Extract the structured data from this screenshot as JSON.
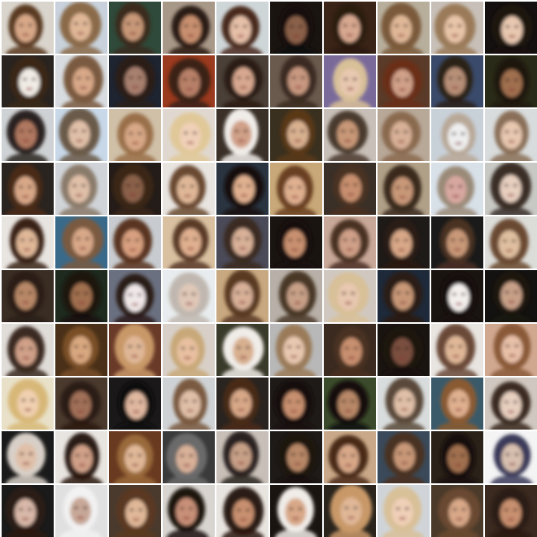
{
  "image": {
    "kind": "generated face samples grid",
    "rows": 10,
    "columns": 10,
    "tile_count": 100,
    "background_color": "#ffffff"
  },
  "tiles": [
    {
      "bg": "#d9d4cc",
      "hair": "#5a3a22",
      "skin": "#d8a888"
    },
    {
      "bg": "#c9d2dc",
      "hair": "#8a6a48",
      "skin": "#e0b898"
    },
    {
      "bg": "#2f4a3a",
      "hair": "#3a2a1e",
      "skin": "#c89878"
    },
    {
      "bg": "#a89888",
      "hair": "#2a1a12",
      "skin": "#c89070"
    },
    {
      "bg": "#cfd6d8",
      "hair": "#4a2a1c",
      "skin": "#e6c0a8"
    },
    {
      "bg": "#1a1410",
      "hair": "#120c08",
      "skin": "#8a6048"
    },
    {
      "bg": "#3a2418",
      "hair": "#2a1a10",
      "skin": "#d8a890"
    },
    {
      "bg": "#b8ae9c",
      "hair": "#7a5a3a",
      "skin": "#e0b898"
    },
    {
      "bg": "#c8c0b8",
      "hair": "#9a7a58",
      "skin": "#e8c4a8"
    },
    {
      "bg": "#141010",
      "hair": "#1a120c",
      "skin": "#e8c8b0"
    },
    {
      "bg": "#2a2420",
      "hair": "#3a2818",
      "skin": "#f2ece6"
    },
    {
      "bg": "#d8dce0",
      "hair": "#7a5a40",
      "skin": "#d8a888"
    },
    {
      "bg": "#1e2430",
      "hair": "#2a1e18",
      "skin": "#a88070"
    },
    {
      "bg": "#9a3a1e",
      "hair": "#3a2218",
      "skin": "#b88068"
    },
    {
      "bg": "#4a4038",
      "hair": "#2a1a12",
      "skin": "#d8a890"
    },
    {
      "bg": "#6a5a4e",
      "hair": "#3a2a20",
      "skin": "#c89880"
    },
    {
      "bg": "#7a6a9a",
      "hair": "#d8c098",
      "skin": "#e8c8b0"
    },
    {
      "bg": "#5a3a28",
      "hair": "#6a2e18",
      "skin": "#d0a088"
    },
    {
      "bg": "#3a4a6a",
      "hair": "#2a2018",
      "skin": "#b89078"
    },
    {
      "bg": "#2a2a18",
      "hair": "#1e1810",
      "skin": "#a07050"
    },
    {
      "bg": "#cfd2d4",
      "hair": "#2a2420",
      "skin": "#b07860"
    },
    {
      "bg": "#c8d8e8",
      "hair": "#6a5a48",
      "skin": "#e0c0a8"
    },
    {
      "bg": "#d0c0a8",
      "hair": "#9a7048",
      "skin": "#d8a888"
    },
    {
      "bg": "#e0d8d0",
      "hair": "#e0c898",
      "skin": "#f0d0b8"
    },
    {
      "bg": "#3a3028",
      "hair": "#f0ece8",
      "skin": "#d0a088"
    },
    {
      "bg": "#3a3020",
      "hair": "#5a3818",
      "skin": "#d8b090"
    },
    {
      "bg": "#c8c0b8",
      "hair": "#4a3a2e",
      "skin": "#c89878"
    },
    {
      "bg": "#b8a898",
      "hair": "#8a6a50",
      "skin": "#d8b098"
    },
    {
      "bg": "#c8d0d8",
      "hair": "#b8a898",
      "skin": "#eeeeee"
    },
    {
      "bg": "#d8dcdc",
      "hair": "#8a7058",
      "skin": "#e8c8b0"
    },
    {
      "bg": "#2a2420",
      "hair": "#4a2a18",
      "skin": "#d8a888"
    },
    {
      "bg": "#d0d4d8",
      "hair": "#8a7a6a",
      "skin": "#e0c0a8"
    },
    {
      "bg": "#241c18",
      "hair": "#3a2618",
      "skin": "#8a6048"
    },
    {
      "bg": "#e8e4e0",
      "hair": "#6a4a30",
      "skin": "#e0b898"
    },
    {
      "bg": "#2a3440",
      "hair": "#140e0a",
      "skin": "#e0b090"
    },
    {
      "bg": "#c8a878",
      "hair": "#6a4020",
      "skin": "#e0b090"
    },
    {
      "bg": "#3a3028",
      "hair": "#4a3020",
      "skin": "#c89070"
    },
    {
      "bg": "#b0a088",
      "hair": "#3a2a1c",
      "skin": "#c89878"
    },
    {
      "bg": "#d8e0e8",
      "hair": "#9a8a78",
      "skin": "#d8a8a0"
    },
    {
      "bg": "#c8c8c4",
      "hair": "#3a2e28",
      "skin": "#e8d0c0"
    },
    {
      "bg": "#e8e4e0",
      "hair": "#3a2418",
      "skin": "#e0b898"
    },
    {
      "bg": "#3a6a8a",
      "hair": "#7a5a40",
      "skin": "#d8a888"
    },
    {
      "bg": "#c8ccd0",
      "hair": "#5a3420",
      "skin": "#d8a080"
    },
    {
      "bg": "#d8c0a0",
      "hair": "#5a3a28",
      "skin": "#e0b090"
    },
    {
      "bg": "#4a4a58",
      "hair": "#3a2a20",
      "skin": "#d8b098"
    },
    {
      "bg": "#1a1410",
      "hair": "#140e0a",
      "skin": "#c89070"
    },
    {
      "bg": "#c8a898",
      "hair": "#4a3024",
      "skin": "#d0a088"
    },
    {
      "bg": "#1e1a18",
      "hair": "#2a1a12",
      "skin": "#d8a888"
    },
    {
      "bg": "#1a1a1a",
      "hair": "#4a3024",
      "skin": "#c89878"
    },
    {
      "bg": "#dcdcd8",
      "hair": "#6a4a30",
      "skin": "#e0c0a0"
    },
    {
      "bg": "#3a2e24",
      "hair": "#2a1e14",
      "skin": "#b88868"
    },
    {
      "bg": "#1e2a1e",
      "hair": "#1a120c",
      "skin": "#a07050"
    },
    {
      "bg": "#6a7080",
      "hair": "#2a1a14",
      "skin": "#f0e8e8"
    },
    {
      "bg": "#e8ecee",
      "hair": "#c0b8b0",
      "skin": "#e0c8b8"
    },
    {
      "bg": "#c8a880",
      "hair": "#5a3a24",
      "skin": "#d8b098"
    },
    {
      "bg": "#b8b0a8",
      "hair": "#4a3828",
      "skin": "#c8a088"
    },
    {
      "bg": "#d0c8c0",
      "hair": "#d8c098",
      "skin": "#e8c8b0"
    },
    {
      "bg": "#1e2a3a",
      "hair": "#2a1a12",
      "skin": "#c89878"
    },
    {
      "bg": "#1a1410",
      "hair": "#141010",
      "skin": "#f4f0ee"
    },
    {
      "bg": "#141210",
      "hair": "#1a1410",
      "skin": "#c8a088"
    },
    {
      "bg": "#e0dcd8",
      "hair": "#3a2a20",
      "skin": "#d0a088"
    },
    {
      "bg": "#4a3018",
      "hair": "#7a5028",
      "skin": "#d8a880"
    },
    {
      "bg": "#6a3a28",
      "hair": "#c89868",
      "skin": "#e0b898"
    },
    {
      "bg": "#d8d0c8",
      "hair": "#c8a878",
      "skin": "#e8c0a0"
    },
    {
      "bg": "#3a3a2a",
      "hair": "#f0ece8",
      "skin": "#d8b090"
    },
    {
      "bg": "#b8b8b8",
      "hair": "#9a7a58",
      "skin": "#e8c8b0"
    },
    {
      "bg": "#3a2a20",
      "hair": "#4a3020",
      "skin": "#c89070"
    },
    {
      "bg": "#1a1410",
      "hair": "#1a120c",
      "skin": "#7a5040"
    },
    {
      "bg": "#e8e4e0",
      "hair": "#6a4a38",
      "skin": "#e0b898"
    },
    {
      "bg": "#d0a890",
      "hair": "#8a5a38",
      "skin": "#e8c0a8"
    },
    {
      "bg": "#e8e0c8",
      "hair": "#d8b878",
      "skin": "#f0d0b0"
    },
    {
      "bg": "#4a3a2e",
      "hair": "#2a1a12",
      "skin": "#a07058"
    },
    {
      "bg": "#1a1818",
      "hair": "#0e0a08",
      "skin": "#e0b8a0"
    },
    {
      "bg": "#cfd2d4",
      "hair": "#7a5a40",
      "skin": "#e0c0a8"
    },
    {
      "bg": "#2a2420",
      "hair": "#4a2a18",
      "skin": "#d8a888"
    },
    {
      "bg": "#1e1a18",
      "hair": "#140e0a",
      "skin": "#c89070"
    },
    {
      "bg": "#3a4a2a",
      "hair": "#120c08",
      "skin": "#b88868"
    },
    {
      "bg": "#d8dcdc",
      "hair": "#5a4a3a",
      "skin": "#e0c0a8"
    },
    {
      "bg": "#3a5a6a",
      "hair": "#8a5a30",
      "skin": "#e0b090"
    },
    {
      "bg": "#d0c8c0",
      "hair": "#3a2a20",
      "skin": "#e8d0c0"
    },
    {
      "bg": "#1a1a1a",
      "hair": "#d8d0c8",
      "skin": "#e0c0a8"
    },
    {
      "bg": "#e8e4e0",
      "hair": "#2a1a12",
      "skin": "#d0a088"
    },
    {
      "bg": "#6a3a20",
      "hair": "#9a6a3a",
      "skin": "#e0b898"
    },
    {
      "bg": "#3a3a3a",
      "hair": "#6a6a6a",
      "skin": "#d8b098"
    },
    {
      "bg": "#c8c0b8",
      "hair": "#2a2420",
      "skin": "#c8a088"
    },
    {
      "bg": "#1e1a18",
      "hair": "#1a120c",
      "skin": "#b88868"
    },
    {
      "bg": "#c8a888",
      "hair": "#4a2a18",
      "skin": "#d8a888"
    },
    {
      "bg": "#3a4a5a",
      "hair": "#4a3020",
      "skin": "#c89878"
    },
    {
      "bg": "#2a2218",
      "hair": "#140e0a",
      "skin": "#a07050"
    },
    {
      "bg": "#f4f4f4",
      "hair": "#3a3a5a",
      "skin": "#d8c0b0"
    },
    {
      "bg": "#1a1a1a",
      "hair": "#2a1a12",
      "skin": "#d8b8a8"
    },
    {
      "bg": "#e0e0e0",
      "hair": "#f2f2f2",
      "skin": "#c8a898"
    },
    {
      "bg": "#4a3a2e",
      "hair": "#5a3820",
      "skin": "#e0b898"
    },
    {
      "bg": "#d8d4d0",
      "hair": "#1a120c",
      "skin": "#c89078"
    },
    {
      "bg": "#e8e4e0",
      "hair": "#2a1a12",
      "skin": "#c89070"
    },
    {
      "bg": "#1a1410",
      "hair": "#f0ece8",
      "skin": "#d8a888"
    },
    {
      "bg": "#2a241c",
      "hair": "#c89868",
      "skin": "#e0b898"
    },
    {
      "bg": "#d0d4d8",
      "hair": "#d8c098",
      "skin": "#f0d0b8"
    },
    {
      "bg": "#4a3a2a",
      "hair": "#6a4a30",
      "skin": "#d8a888"
    },
    {
      "bg": "#3a2a20",
      "hair": "#2a1a12",
      "skin": "#c89070"
    }
  ]
}
